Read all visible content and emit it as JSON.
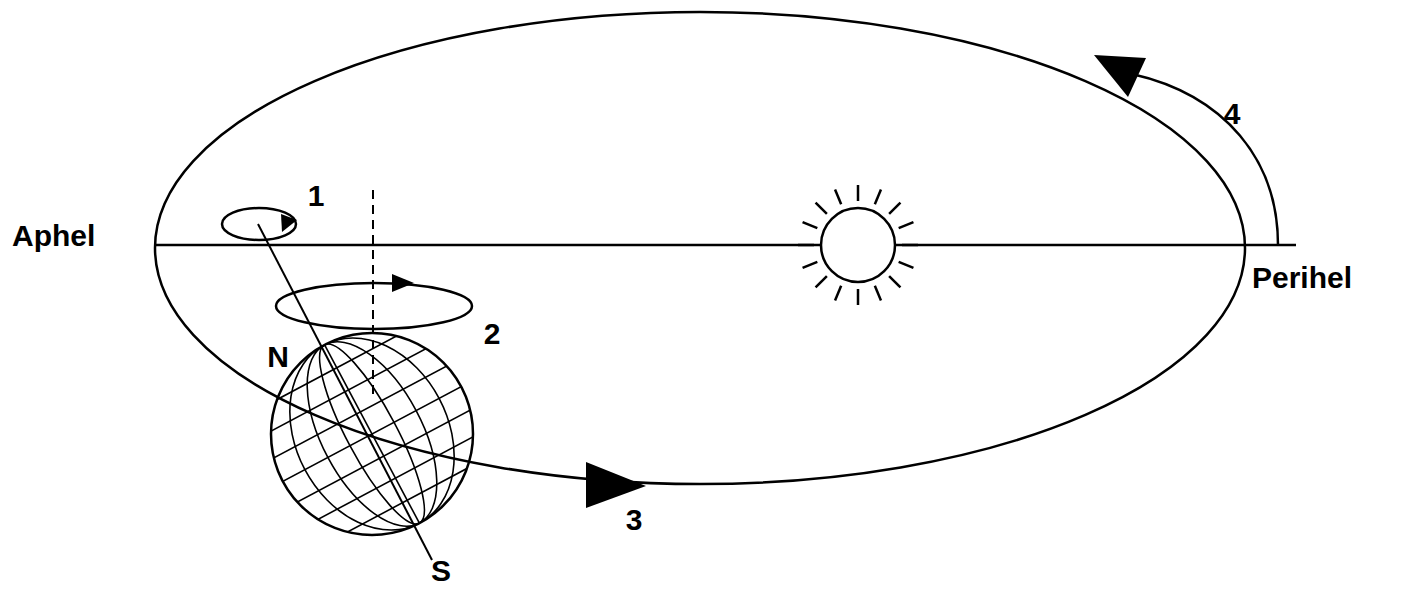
{
  "diagram": {
    "labels": [
      "4",
      "1",
      "Aphel",
      "Perihel",
      "2",
      "N",
      "3",
      "S"
    ]
  }
}
